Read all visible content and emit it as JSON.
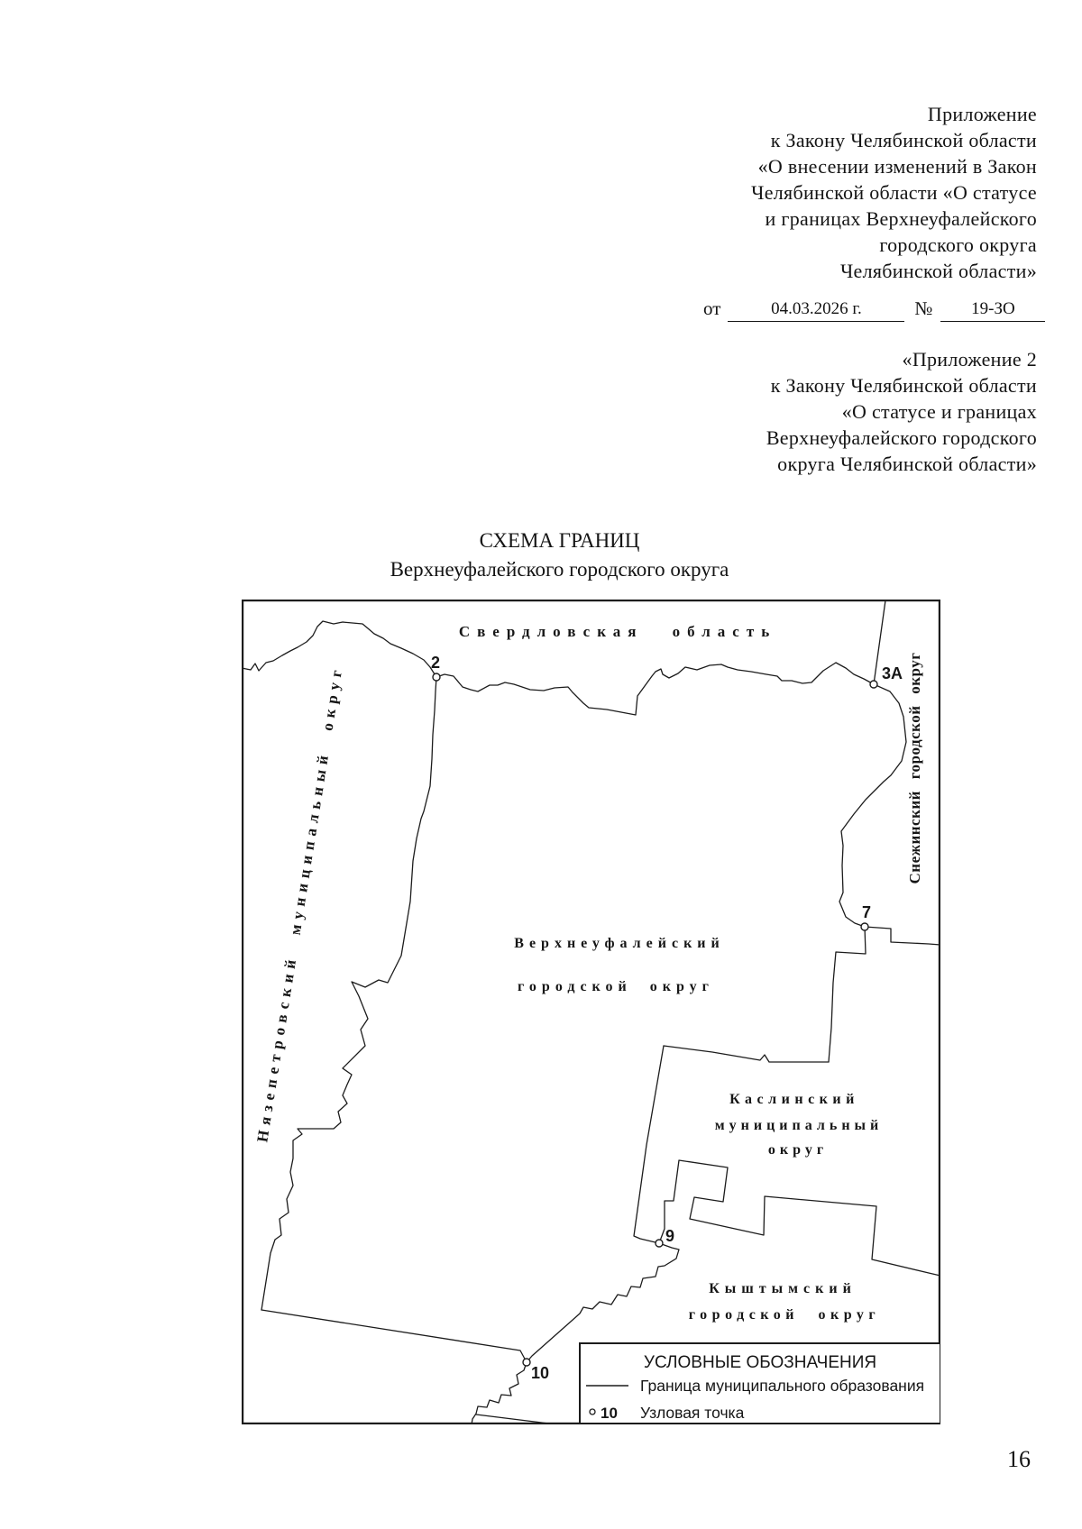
{
  "header": {
    "appendix1": {
      "lines": [
        "Приложение",
        "к Закону Челябинской области",
        "«О внесении изменений в Закон",
        "Челябинской области «О статусе",
        "и границах Верхнеуфалейского",
        "городского округа",
        "Челябинской области»"
      ],
      "date_prefix": "от",
      "date_value": "04.03.2026 г.",
      "number_sign": "№",
      "number_value": "19-ЗО"
    },
    "appendix2": {
      "lines": [
        "«Приложение 2",
        "к Закону Челябинской области",
        "«О статусе и границах",
        "Верхнеуфалейского городского",
        "округа Челябинской области»"
      ]
    }
  },
  "map_title": {
    "line1": "СХЕМА ГРАНИЦ",
    "line2": "Верхнеуфалейского городского округа"
  },
  "map": {
    "regions": {
      "sverdlovsk": "Свердловская область",
      "verkhneufaleysky_line1": "Верхнеуфалейский",
      "verkhneufaleysky_line2": "городской округ",
      "nyazepetrovsky": "Нязепетровский муниципальный округ",
      "snezhinsky": "Снежинский городской округ",
      "kaslinsky_line1": "Каслинский",
      "kaslinsky_line2": "муниципальный",
      "kaslinsky_line3": "округ",
      "kyshtymsky_line1": "Кыштымский",
      "kyshtymsky_line2": "городской округ"
    },
    "nodes": {
      "n2": "2",
      "n3a": "3А",
      "n7": "7",
      "n9": "9",
      "n10": "10"
    }
  },
  "legend": {
    "title": "УСЛОВНЫЕ ОБОЗНАЧЕНИЯ",
    "boundary_label": "Граница муниципального образования",
    "node_symbol_label": "10",
    "node_label": "Узловая точка"
  },
  "page": {
    "number": "16"
  },
  "colors": {
    "ink": "#1c1c1c",
    "paper": "#ffffff"
  }
}
